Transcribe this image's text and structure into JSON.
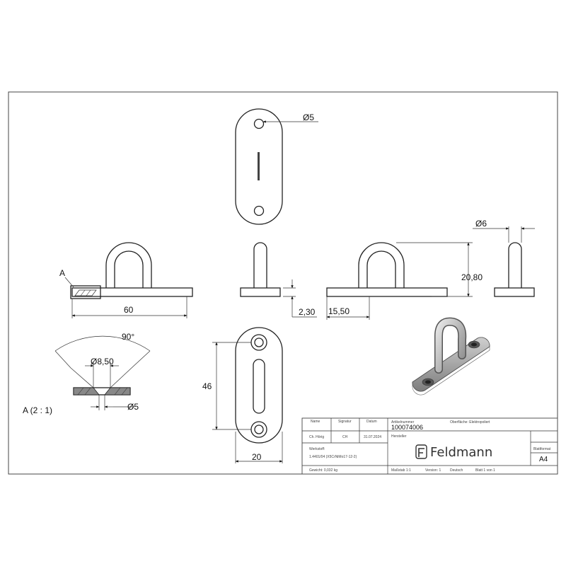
{
  "dimensions": {
    "hole_top": "Ø5",
    "wire_diameter": "Ø6",
    "height": "20,80",
    "length": "60",
    "thickness": "2,30",
    "offset": "15,50",
    "hole_pitch": "46",
    "width": "20",
    "countersink_angle": "90°",
    "countersink_diameter": "Ø8,50",
    "hole_detail": "Ø5"
  },
  "detail": {
    "marker": "A",
    "label": "A (2 : 1)"
  },
  "title_block": {
    "name_header": "Name",
    "signature_header": "Signatur",
    "date_header": "Datum",
    "name": "Ch. Hörig",
    "signature": "CH",
    "date": "31.07.2024",
    "article_label": "Artikelnummer",
    "article_number": "100074006",
    "surface_label": "Oberfläche: Elektropoliert",
    "material_label": "Werkstoff:",
    "material_value": "1.4401/04 (X5CrNiMo17-12-2)",
    "manufacturer_label": "Hersteller",
    "company": "Feldmann",
    "sheet_format_label": "Blattformat",
    "sheet_format": "A4",
    "weight": "Gewicht: 0,032 kg",
    "scale": "Maßstab 1:1",
    "version": "Version: 1",
    "language": "Deutsch",
    "sheet": "Blatt 1 von 1"
  }
}
